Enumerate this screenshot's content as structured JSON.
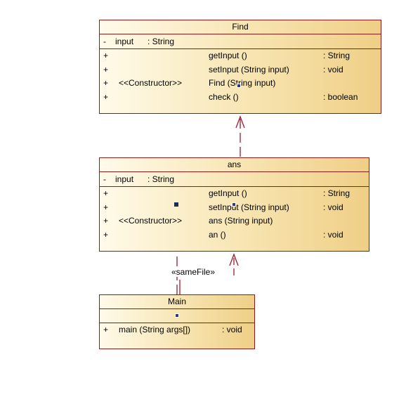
{
  "classes": {
    "find": {
      "name": "Find",
      "attribute": {
        "visibility": "-",
        "name": "input",
        "type": ": String"
      },
      "operations": [
        {
          "visibility": "+",
          "stereotype": "",
          "signature": "getInput ()",
          "returns": ": String"
        },
        {
          "visibility": "+",
          "stereotype": "",
          "signature": "setInput (String input)",
          "returns": ": void"
        },
        {
          "visibility": "+",
          "stereotype": "<<Constructor>>",
          "signature": "Find (String input)",
          "returns": ""
        },
        {
          "visibility": "+",
          "stereotype": "",
          "signature": "check ()",
          "returns": ": boolean"
        }
      ]
    },
    "ans": {
      "name": "ans",
      "attribute": {
        "visibility": "-",
        "name": "input",
        "type": ": String"
      },
      "operations": [
        {
          "visibility": "+",
          "stereotype": "",
          "signature": "getInput ()",
          "returns": ": String"
        },
        {
          "visibility": "+",
          "stereotype": "",
          "signature": "setInput (String input)",
          "returns": ": void"
        },
        {
          "visibility": "+",
          "stereotype": "<<Constructor>>",
          "signature": "ans (String input)",
          "returns": ""
        },
        {
          "visibility": "+",
          "stereotype": "",
          "signature": "an ()",
          "returns": ": void"
        }
      ]
    },
    "main": {
      "name": "Main",
      "operation": {
        "visibility": "+",
        "signature": "main (String args[])",
        "returns": ": void"
      }
    }
  },
  "relations": {
    "same_file_label": "«sameFile»"
  },
  "colors": {
    "border": "#8b1a1a",
    "fill_light": "#fffbea",
    "fill_dark": "#efcf86",
    "connector": "#9b1b30"
  }
}
